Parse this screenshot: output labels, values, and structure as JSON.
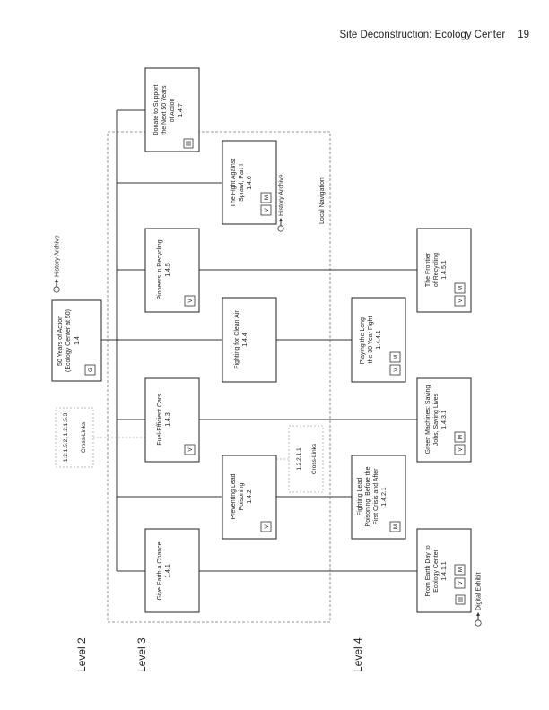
{
  "header": {
    "title": "Site Deconstruction: Ecology Center",
    "page_number": "19"
  },
  "levels": {
    "level2": "Level 2",
    "level3": "Level 3",
    "level4": "Level 4"
  },
  "root_node": {
    "line1": "50 Years of Action",
    "line2": "(Ecology Center at 50)",
    "id": "1.4",
    "button": "G"
  },
  "level3_nodes": [
    {
      "line1": "Give Earth a Chance",
      "id": "1.4.1"
    },
    {
      "line1": "Preventing Lead",
      "line2": "Poisoning",
      "id": "1.4.2",
      "button": "V"
    },
    {
      "line1": "Fuel-Efficient Cars",
      "id": "1.4.3",
      "button": "V"
    },
    {
      "line1": "Fighting for Clean Air",
      "id": "1.4.4"
    },
    {
      "line1": "Pioneers in Recycling",
      "id": "1.4.5",
      "button": "V"
    },
    {
      "line1": "The Fight Against",
      "line2": "Sprawl, Part I",
      "id": "1.4.6",
      "buttons": [
        "V",
        "M"
      ]
    },
    {
      "line1": "Donate to Support",
      "line2": "the Next 50 Years",
      "line3": "of Action",
      "id": "1.4.7"
    }
  ],
  "level4_nodes": [
    {
      "line1": "From Earth Day to",
      "line2": "Ecology Center",
      "id": "1.4.1.1",
      "buttons": [
        "V",
        "M"
      ]
    },
    {
      "line1": "Fighting Lead",
      "line2": "Poisoning: Before the",
      "line3": "First Crisis and After",
      "id": "1.4.2.1",
      "buttons": [
        "M"
      ]
    },
    {
      "line1": "Green Machines: Saving",
      "line2": "Jobs, Saving Lives",
      "id": "1.4.3.1",
      "buttons": [
        "V",
        "M"
      ]
    },
    {
      "line1": "Playing the Long-",
      "line2": "the 30 Year Fight",
      "id": "1.4.4.1",
      "buttons": [
        "V",
        "M"
      ]
    },
    {
      "line1": "The Frontier",
      "line2": "of Recycling",
      "id": "1.4.5.1",
      "buttons": [
        "V",
        "M"
      ]
    }
  ],
  "cross_links": [
    {
      "ids": "1.2.1.5.2, 1.2.1.5.3",
      "label": "Cross-Links"
    },
    {
      "ids": "1.2.2.1.1",
      "label": "Cross-Links"
    }
  ],
  "archives": {
    "top": "History Archive",
    "middle": "History Archive",
    "bottom": "Digital Exhibit"
  },
  "local_navigation": "Local Navigation"
}
